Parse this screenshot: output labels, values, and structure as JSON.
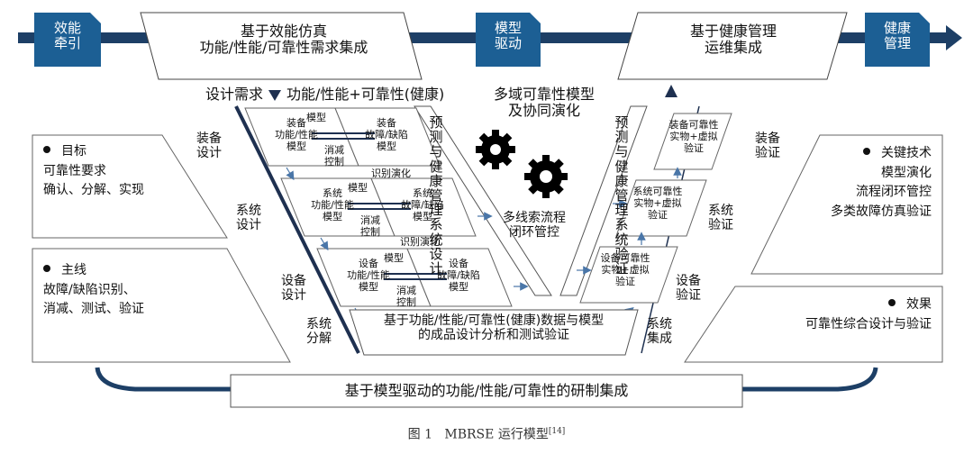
{
  "top_bar": {
    "stage1": [
      "效能",
      "牵引"
    ],
    "stage2": [
      "模型",
      "驱动"
    ],
    "stage3": [
      "健康",
      "管理"
    ],
    "box1": [
      "基于效能仿真",
      "功能/性能/可靠性需求集成"
    ],
    "box2": [
      "基于健康管理",
      "运维集成"
    ]
  },
  "left_panels": {
    "goal": {
      "title": "目标",
      "lines": [
        "可靠性要求",
        "确认、分解、实现"
      ]
    },
    "mainline": {
      "title": "主线",
      "lines": [
        "故障/缺陷识别、",
        "消减、测试、验证"
      ]
    }
  },
  "right_panels": {
    "tech": {
      "title": "关键技术",
      "lines": [
        "模型演化",
        "流程闭环管控",
        "多类故障仿真验证"
      ]
    },
    "effect": {
      "title": "效果",
      "lines": [
        "可靠性综合设计与验证"
      ]
    }
  },
  "v_model": {
    "design_header": "设计需求",
    "health_header": "功能/性能+可靠性(健康)",
    "left_labels": [
      "装备\n设计",
      "系统\n设计",
      "设备\n设计",
      "系统\n分解"
    ],
    "right_labels": [
      "装备\n验证",
      "系统\n验证",
      "设备\n验证",
      "系统\n集成"
    ],
    "left_rows": [
      {
        "func": "装备\n功能/性能\n模型",
        "fault": "装备\n故障/缺陷\n模型"
      },
      {
        "func": "系统\n功能/性能\n模型",
        "fault": "系统\n故障/缺陷\n模型"
      },
      {
        "func": "设备\n功能/性能\n模型",
        "fault": "设备\n故障/缺陷\n模型"
      }
    ],
    "link_model": "模型",
    "link_mitigate": "消减\n控制",
    "identify": "识别演化",
    "right_boxes": [
      "装备可靠性\n实物+虚拟\n验证",
      "系统可靠性\n实物+虚拟\n验证",
      "设备可靠性\n实物+虚拟\n验证"
    ],
    "left_arm_text": "预测与健康管理系统设计",
    "right_arm_text": "预测与健康管理系统验证",
    "center_top": "多域可靠性模型\n及协同演化",
    "center_bottom": "多线索流程\n闭环管控",
    "bottom_text": "基于功能/性能/可靠性(健康)数据与模型\n的成品设计分析和测试验证"
  },
  "bottom_bar": "基于模型驱动的功能/性能/可靠性的研制集成",
  "caption": {
    "prefix": "图 1",
    "title": "MBRSE 运行模型",
    "ref": "[14]"
  },
  "colors": {
    "stage_blue": "#1c5f94",
    "bar_navy": "#1d3f66",
    "line_dark": "#1e3050"
  }
}
